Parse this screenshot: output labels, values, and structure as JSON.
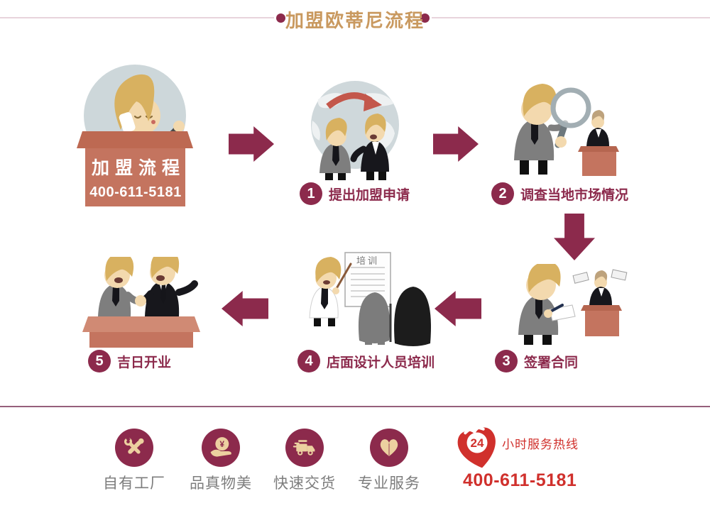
{
  "page": {
    "title": "加盟欧蒂尼流程"
  },
  "intro": {
    "desk_title": "加盟流程",
    "desk_phone": "400-611-5181"
  },
  "steps": [
    {
      "num": "1",
      "label": "提出加盟申请"
    },
    {
      "num": "2",
      "label": "调查当地市场情况"
    },
    {
      "num": "3",
      "label": "签署合同"
    },
    {
      "num": "4",
      "label": "店面设计人员培训",
      "doc_title": "培训"
    },
    {
      "num": "5",
      "label": "吉日开业"
    }
  ],
  "features": [
    {
      "icon": "tools-icon",
      "label": "自有工厂"
    },
    {
      "icon": "money-hand-icon",
      "label": "品真物美",
      "symbol": "¥"
    },
    {
      "icon": "truck-icon",
      "label": "快速交货"
    },
    {
      "icon": "heart-icon",
      "label": "专业服务"
    }
  ],
  "hotline": {
    "badge": "24",
    "label": "小时服务热线",
    "number": "400-611-5181"
  },
  "colors": {
    "maroon": "#8c2a4c",
    "gold": "#c9995f",
    "red": "#d0302c",
    "line_light": "#e8d4dc",
    "divider": "#96607c"
  }
}
